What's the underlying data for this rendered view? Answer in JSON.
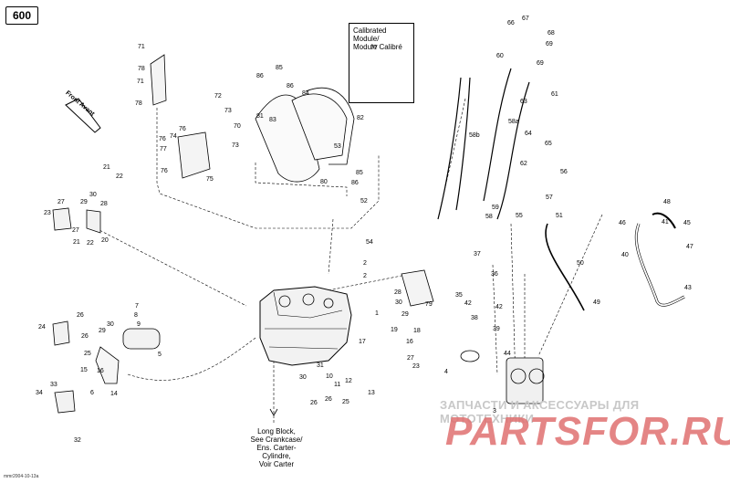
{
  "page_number": "600",
  "calibrated_module": {
    "line1": "Calibrated Module/",
    "line2": "Module Calibré"
  },
  "front_label": "Front Avant",
  "long_block_note": [
    "Long Block,",
    "See Crankcase/",
    "Ens. Carter-Cylindre,",
    "Voir Carter"
  ],
  "doc_code": "mmr2004-10-13a",
  "watermark": {
    "line1": "ЗАПЧАСТИ И АКСЕССУАРЫ ДЛЯ МОТОТЕХНИКИ",
    "line2": "PARTSFOR.RU"
  },
  "callouts": [
    {
      "id": "71a",
      "text": "71"
    },
    {
      "id": "78a",
      "text": "78"
    },
    {
      "id": "71b",
      "text": "71"
    },
    {
      "id": "78b",
      "text": "78"
    },
    {
      "id": "72",
      "text": "72"
    },
    {
      "id": "73a",
      "text": "73"
    },
    {
      "id": "70",
      "text": "70"
    },
    {
      "id": "73b",
      "text": "73"
    },
    {
      "id": "76a",
      "text": "76"
    },
    {
      "id": "74",
      "text": "74"
    },
    {
      "id": "76b",
      "text": "76"
    },
    {
      "id": "77b",
      "text": "77"
    },
    {
      "id": "76c",
      "text": "76"
    },
    {
      "id": "75",
      "text": "75"
    },
    {
      "id": "86a",
      "text": "86"
    },
    {
      "id": "85a",
      "text": "85"
    },
    {
      "id": "86b",
      "text": "86"
    },
    {
      "id": "84",
      "text": "84"
    },
    {
      "id": "81",
      "text": "81"
    },
    {
      "id": "83",
      "text": "83"
    },
    {
      "id": "82",
      "text": "82"
    },
    {
      "id": "53",
      "text": "53"
    },
    {
      "id": "85b",
      "text": "85"
    },
    {
      "id": "86c",
      "text": "86"
    },
    {
      "id": "80",
      "text": "80"
    },
    {
      "id": "77",
      "text": "77"
    },
    {
      "id": "66",
      "text": "66"
    },
    {
      "id": "67",
      "text": "67"
    },
    {
      "id": "68",
      "text": "68"
    },
    {
      "id": "69a",
      "text": "69"
    },
    {
      "id": "69b",
      "text": "69"
    },
    {
      "id": "60",
      "text": "60"
    },
    {
      "id": "61",
      "text": "61"
    },
    {
      "id": "63",
      "text": "63"
    },
    {
      "id": "58a",
      "text": "58a"
    },
    {
      "id": "58b",
      "text": "58b"
    },
    {
      "id": "64",
      "text": "64"
    },
    {
      "id": "65",
      "text": "65"
    },
    {
      "id": "62",
      "text": "62"
    },
    {
      "id": "56",
      "text": "56"
    },
    {
      "id": "57",
      "text": "57"
    },
    {
      "id": "59",
      "text": "59"
    },
    {
      "id": "58",
      "text": "58"
    },
    {
      "id": "55",
      "text": "55"
    },
    {
      "id": "51",
      "text": "51"
    },
    {
      "id": "50",
      "text": "50"
    },
    {
      "id": "49",
      "text": "49"
    },
    {
      "id": "48",
      "text": "48"
    },
    {
      "id": "46",
      "text": "46"
    },
    {
      "id": "41",
      "text": "41"
    },
    {
      "id": "45",
      "text": "45"
    },
    {
      "id": "40",
      "text": "40"
    },
    {
      "id": "47",
      "text": "47"
    },
    {
      "id": "43",
      "text": "43"
    },
    {
      "id": "21",
      "text": "21"
    },
    {
      "id": "22a",
      "text": "22"
    },
    {
      "id": "30a",
      "text": "30"
    },
    {
      "id": "28a",
      "text": "28"
    },
    {
      "id": "27a",
      "text": "27"
    },
    {
      "id": "29a",
      "text": "29"
    },
    {
      "id": "23a",
      "text": "23"
    },
    {
      "id": "27b",
      "text": "27"
    },
    {
      "id": "21b",
      "text": "21"
    },
    {
      "id": "22b",
      "text": "22"
    },
    {
      "id": "20",
      "text": "20"
    },
    {
      "id": "52",
      "text": "52"
    },
    {
      "id": "54",
      "text": "54"
    },
    {
      "id": "2a",
      "text": "2"
    },
    {
      "id": "2b",
      "text": "2"
    },
    {
      "id": "37",
      "text": "37"
    },
    {
      "id": "36",
      "text": "36"
    },
    {
      "id": "35",
      "text": "35"
    },
    {
      "id": "42a",
      "text": "42"
    },
    {
      "id": "42b",
      "text": "42"
    },
    {
      "id": "38",
      "text": "38"
    },
    {
      "id": "39",
      "text": "39"
    },
    {
      "id": "44",
      "text": "44"
    },
    {
      "id": "4",
      "text": "4"
    },
    {
      "id": "3",
      "text": "3"
    },
    {
      "id": "28b",
      "text": "28"
    },
    {
      "id": "30b",
      "text": "30"
    },
    {
      "id": "29b",
      "text": "29"
    },
    {
      "id": "79",
      "text": "79"
    },
    {
      "id": "1",
      "text": "1"
    },
    {
      "id": "19",
      "text": "19"
    },
    {
      "id": "18",
      "text": "18"
    },
    {
      "id": "17",
      "text": "17"
    },
    {
      "id": "16",
      "text": "16"
    },
    {
      "id": "27c",
      "text": "27"
    },
    {
      "id": "23b",
      "text": "23"
    },
    {
      "id": "31",
      "text": "31"
    },
    {
      "id": "30c",
      "text": "30"
    },
    {
      "id": "10",
      "text": "10"
    },
    {
      "id": "11",
      "text": "11"
    },
    {
      "id": "12",
      "text": "12"
    },
    {
      "id": "13",
      "text": "13"
    },
    {
      "id": "25",
      "text": "25"
    },
    {
      "id": "26a",
      "text": "26"
    },
    {
      "id": "26b",
      "text": "26"
    },
    {
      "id": "7",
      "text": "7"
    },
    {
      "id": "8",
      "text": "8"
    },
    {
      "id": "9",
      "text": "9"
    },
    {
      "id": "26c",
      "text": "26"
    },
    {
      "id": "30d",
      "text": "30"
    },
    {
      "id": "24",
      "text": "24"
    },
    {
      "id": "26d",
      "text": "26"
    },
    {
      "id": "29c",
      "text": "29"
    },
    {
      "id": "25b",
      "text": "25"
    },
    {
      "id": "5",
      "text": "5"
    },
    {
      "id": "15",
      "text": "15"
    },
    {
      "id": "16b",
      "text": "16"
    },
    {
      "id": "6",
      "text": "6"
    },
    {
      "id": "14",
      "text": "14"
    },
    {
      "id": "33",
      "text": "33"
    },
    {
      "id": "34",
      "text": "34"
    },
    {
      "id": "32",
      "text": "32"
    }
  ]
}
